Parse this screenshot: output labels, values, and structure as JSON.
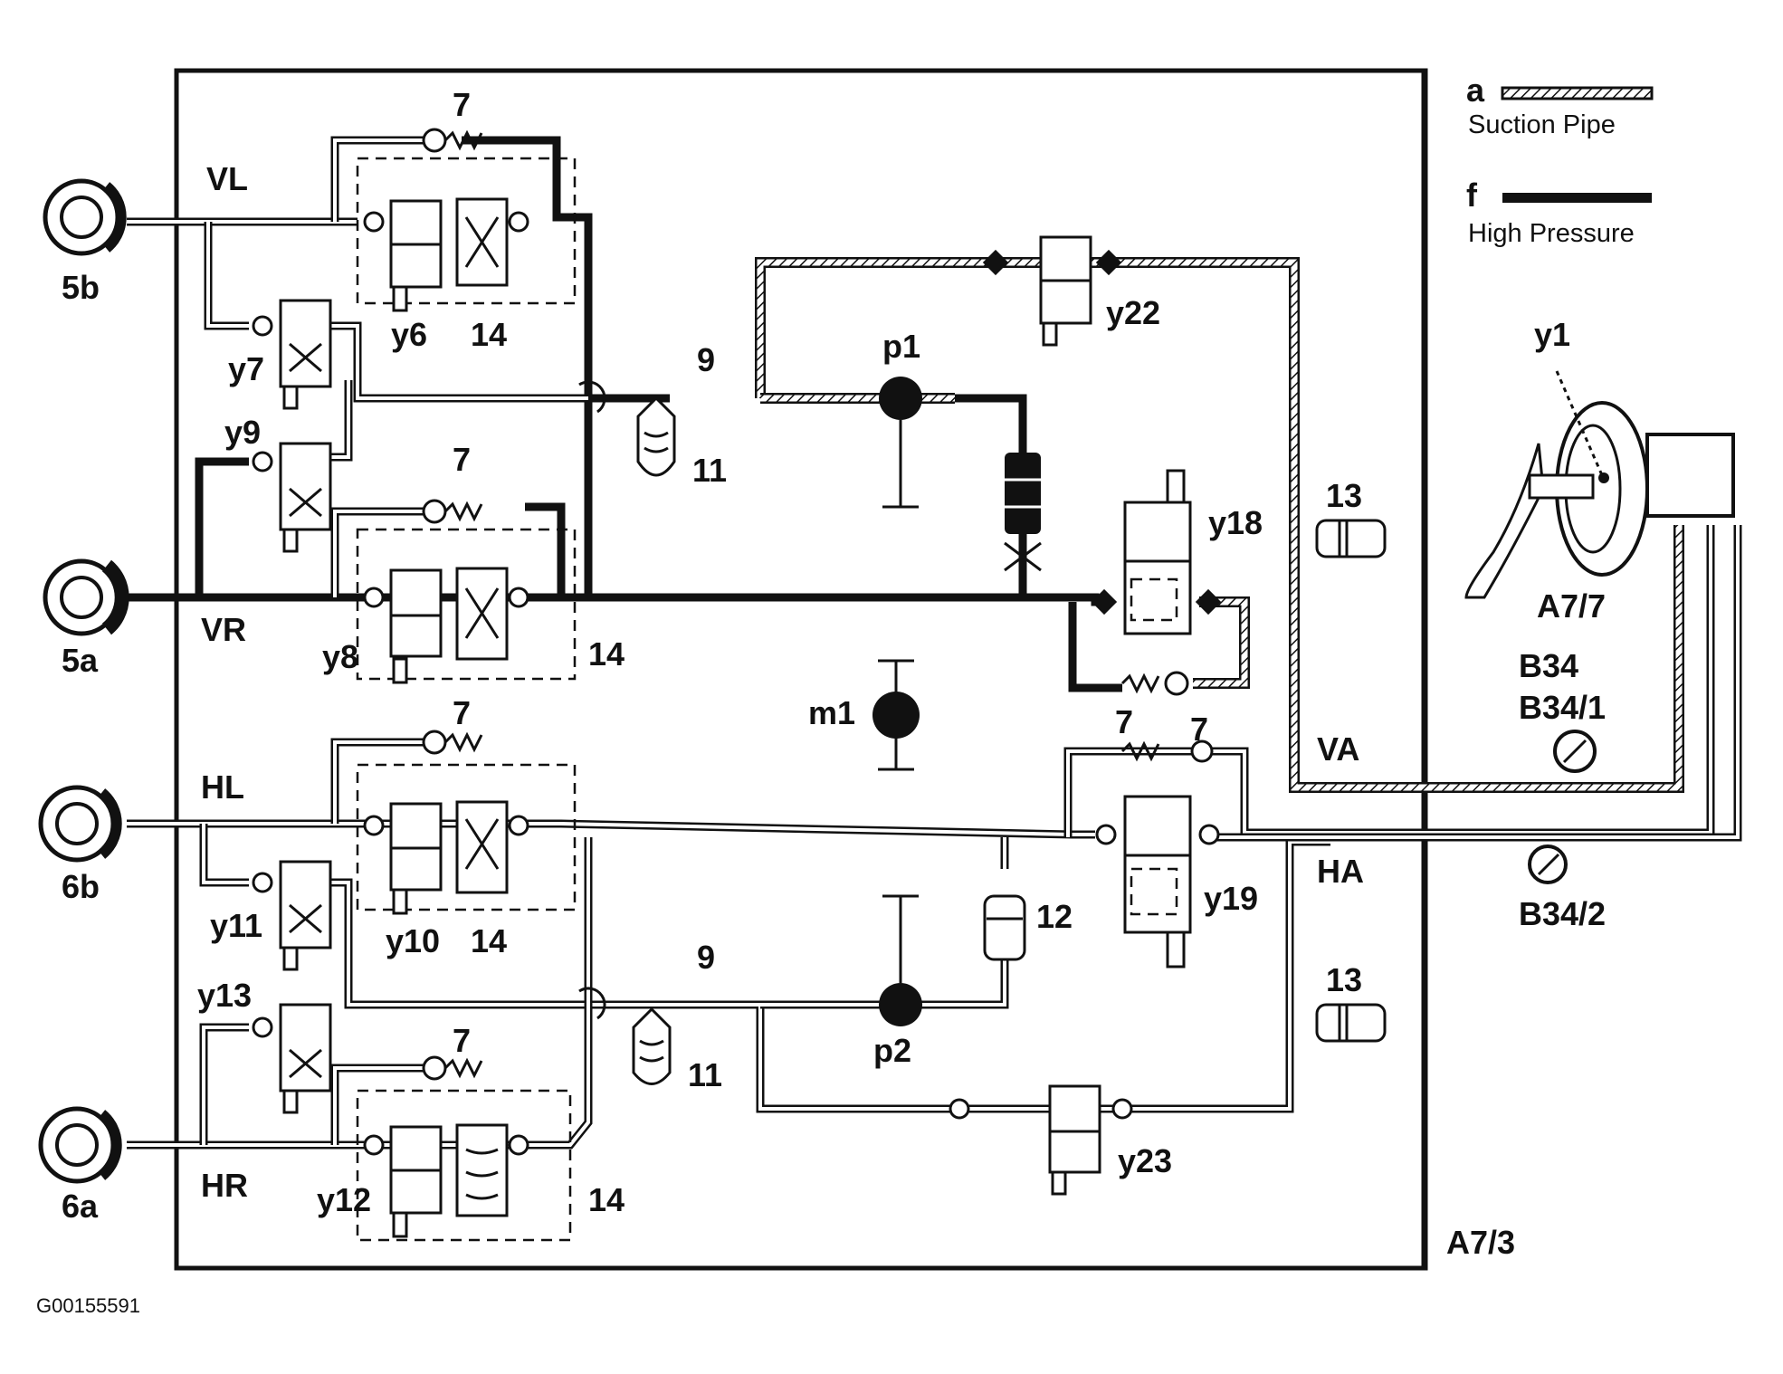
{
  "figure_id": "G00155591",
  "legend": {
    "suction": {
      "key": "a",
      "label": "Suction Pipe"
    },
    "high_pressure": {
      "key": "f",
      "label": "High Pressure"
    }
  },
  "wheels": {
    "front_left": "5b",
    "front_right": "5a",
    "rear_left": "6b",
    "rear_right": "6a"
  },
  "circuits": {
    "vl": "VL",
    "vr": "VR",
    "hl": "HL",
    "hr": "HR",
    "va": "VA",
    "ha": "HA"
  },
  "valves": {
    "y6": "y6",
    "y7": "y7",
    "y8": "y8",
    "y9": "y9",
    "y10": "y10",
    "y11": "y11",
    "y12": "y12",
    "y13": "y13",
    "y18": "y18",
    "y19": "y19",
    "y22": "y22",
    "y23": "y23",
    "y1": "y1"
  },
  "parts": {
    "check_valve": "7",
    "damper_jet": "9",
    "accumulator": "11",
    "damper_chamber": "12",
    "reservoir": "13",
    "filter": "14",
    "pump1": "p1",
    "pump2": "p2",
    "motor": "m1"
  },
  "units": {
    "hydraulic_unit": "A7/3",
    "brake_booster": "A7/7",
    "sensor_b34": "B34",
    "sensor_b34_1": "B34/1",
    "sensor_b34_2": "B34/2"
  }
}
